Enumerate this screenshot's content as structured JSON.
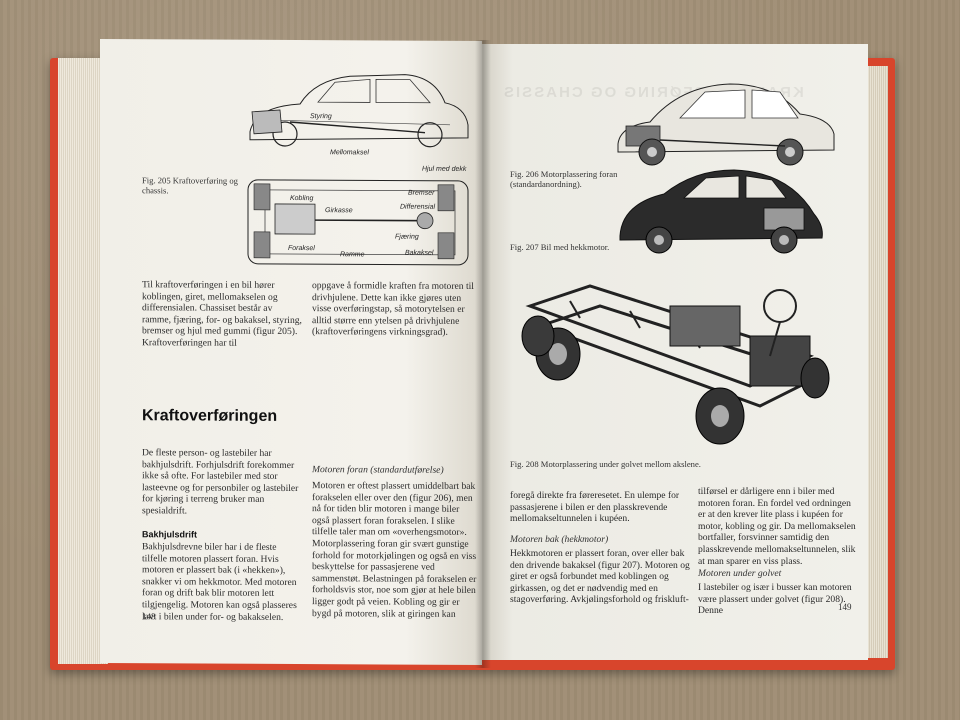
{
  "left_page": {
    "fig205_labels": {
      "styring": "Styring",
      "mellomaksel": "Mellomaksel",
      "hjul": "Hjul med dekk",
      "kobling": "Kobling",
      "girkasse": "Girkasse",
      "bremser": "Bremser",
      "differensial": "Differensial",
      "fjaering": "Fjæring",
      "bakaksel": "Bakaksel",
      "foraksel": "Foraksel",
      "ramme": "Ramme"
    },
    "fig205_caption": "Fig. 205 Kraftoverføring og chassis.",
    "intro_col1": "Til kraftoverføringen i en bil hører koblingen, giret, mellomakselen og differensialen. Chassiset består av ramme, fjæring, for- og bakaksel, styring, bremser og hjul med gummi (figur 205). Kraftoverføringen har til",
    "intro_col2": "oppgave å formidle kraften fra motoren til drivhjulene. Dette kan ikke gjøres uten visse overføringstap, så motorytelsen er alltid større enn ytelsen på drivhjulene (kraftoverføringens virkningsgrad).",
    "heading": "Kraftoverføringen",
    "col1_para": "De fleste person- og lastebiler har bakhjulsdrift. Forhjulsdrift forekommer ikke så ofte. For lastebiler med stor lasteevne og for personbiler og lastebiler for kjøring i terreng bruker man spesialdrift.",
    "subheading": "Bakhjulsdrift",
    "col1_para2": "Bakhjulsdrevne biler har i de fleste tilfelle motoren plassert foran. Hvis motoren er plassert bak (i «hekken»), snakker vi om hekkmotor. Med motoren foran og drift bak blir motoren lett tilgjengelig. Motoren kan også plasseres lavt i bilen under for- og bakakselen.",
    "col2_title": "Motoren foran (standardutførelse)",
    "col2_para": "Motoren er oftest plassert umiddelbart bak forakselen eller over den (figur 206), men nå for tiden blir motoren i mange biler også plassert foran forakselen. I slike tilfelle taler man om «overhengsmotor». Motorplassering foran gir svært gunstige forhold for motorkjølingen og også en viss beskyttelse for passasjerene ved sammenstøt. Belastningen på forakselen er forholdsvis stor, noe som gjør at hele bilen ligger godt på veien. Kobling og gir er bygd på motoren, slik at giringen kan",
    "page_number": "148"
  },
  "right_page": {
    "ghost_header": "KRAFTOVERFØRING OG CHASSIS",
    "fig206_caption": "Fig. 206 Motorplassering foran (standardanordning).",
    "fig207_caption": "Fig. 207 Bil med hekkmotor.",
    "fig208_caption": "Fig. 208 Motorplassering under golvet mellom akslene.",
    "col1_para": "foregå direkte fra føreresetet. En ulempe for passasjerene i bilen er den plasskrevende mellomakseltunnelen i kupéen.",
    "col1_title": "Motoren bak (hekkmotor)",
    "col1_para2": "Hekkmotoren er plassert foran, over eller bak den drivende bakaksel (figur 207). Motoren og giret er også forbundet med koblingen og girkassen, og det er nødvendig med en stagoverføring. Avkjølingsforhold og friskluft-",
    "col2_para": "tilførsel er dårligere enn i biler med motoren foran. En fordel ved ordningen er at den krever lite plass i kupéen for motor, kobling og gir. Da mellomakselen bortfaller, forsvinner samtidig den plasskrevende mellomakseltunnelen, slik at man sparer en viss plass.",
    "col2_title": "Motoren under golvet",
    "col2_para2": "I lastebiler og især i busser kan motoren være plassert under golvet (figur 208). Denne",
    "page_number": "149"
  },
  "colors": {
    "cover": "#d8452c",
    "paper": "#f4f2ec",
    "ink": "#2a2a2a",
    "table": "#a08e75"
  }
}
